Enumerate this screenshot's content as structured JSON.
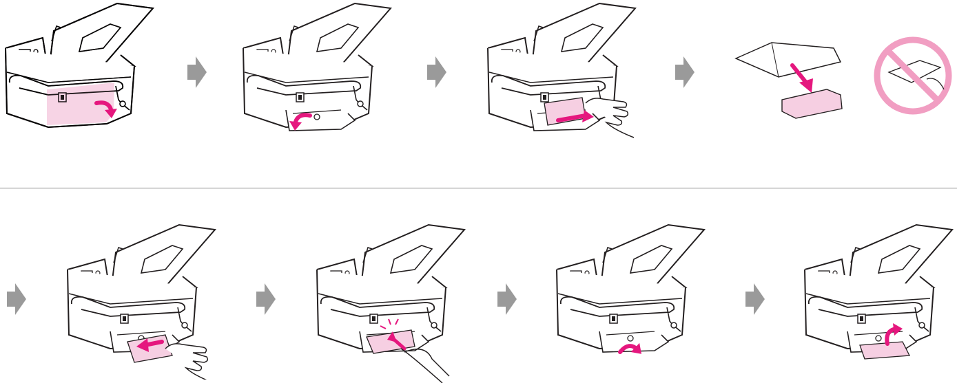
{
  "figure": {
    "rows": [
      {
        "steps": [
          {
            "id": 1,
            "depicts": "printer-rear-cover-highlight",
            "highlight_color": "#f6cfe2"
          },
          {
            "id": 2,
            "depicts": "printer-cover-opened"
          },
          {
            "id": 3,
            "depicts": "hand-removing-cartridge"
          },
          {
            "id": 4,
            "depicts": "cartridge-unpacking-with-prohibited-sign"
          }
        ]
      },
      {
        "steps": [
          {
            "id": 5,
            "depicts": "hand-inserting-cartridge"
          },
          {
            "id": 6,
            "depicts": "finger-pressing-cartridge"
          },
          {
            "id": 7,
            "depicts": "closing-cover"
          },
          {
            "id": 8,
            "depicts": "closing-rear-cover"
          }
        ]
      }
    ],
    "colors": {
      "accent": "#e5177e",
      "highlight": "#f6cfe2",
      "arrow": "#9a9a9a",
      "line": "#231f20",
      "divider": "#8a8a8a"
    },
    "icons": [
      "next-step-arrow-icon",
      "prohibited-sign-icon",
      "rotate-arrow-icon",
      "push-arrow-icon"
    ]
  }
}
